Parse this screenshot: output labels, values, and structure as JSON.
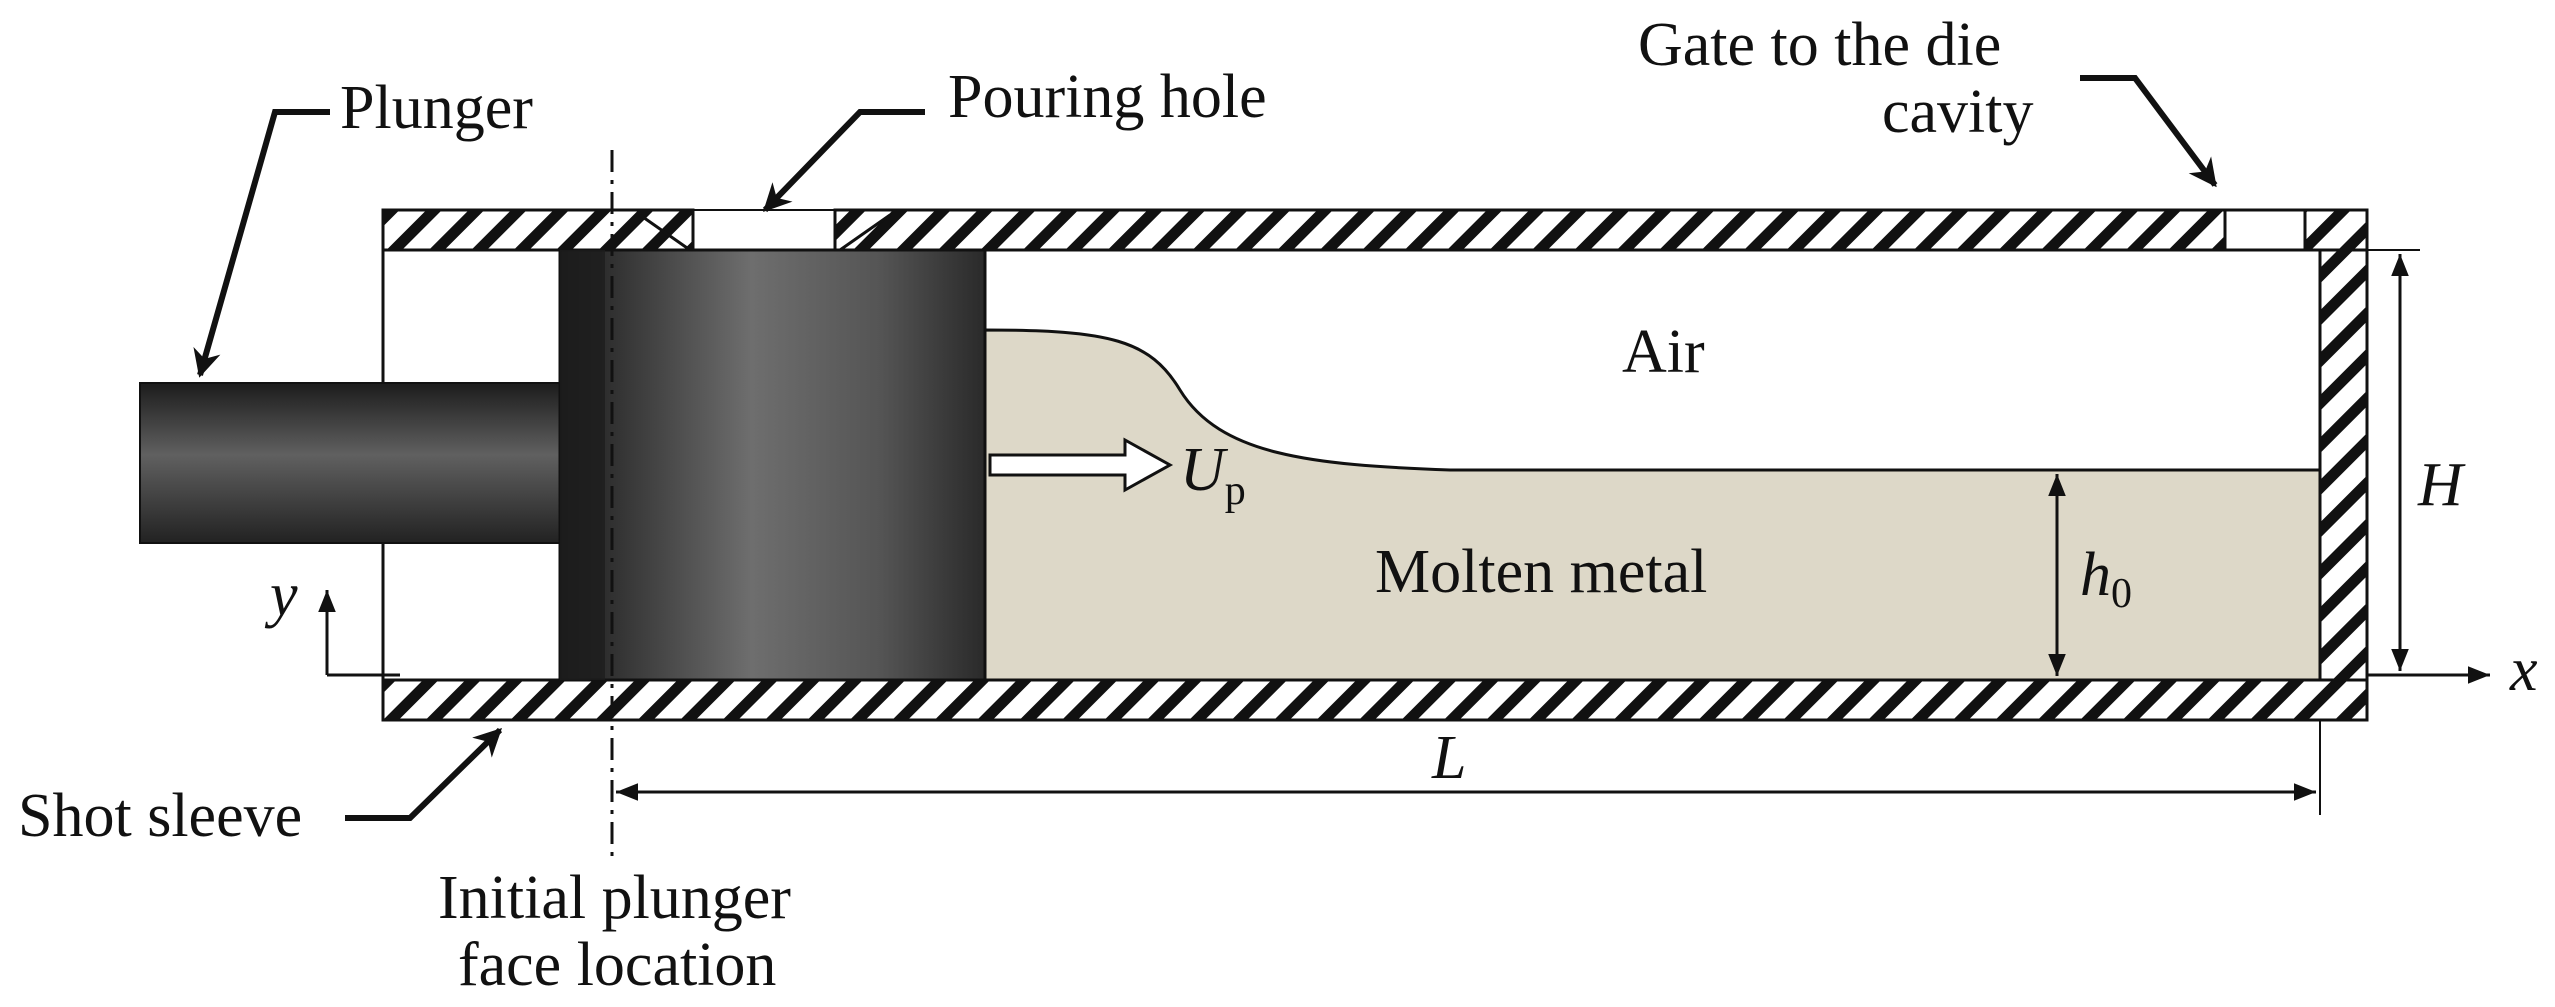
{
  "labels": {
    "plunger": "Plunger",
    "pouring_hole": "Pouring hole",
    "gate_line1": "Gate to the die",
    "gate_line2": "cavity",
    "air": "Air",
    "molten_metal": "Molten metal",
    "shot_sleeve": "Shot sleeve",
    "initial_line1": "Initial plunger",
    "initial_line2": "face location"
  },
  "symbols": {
    "velocity_main": "U",
    "velocity_sub": "p",
    "height_total": "H",
    "height_metal_main": "h",
    "height_metal_sub": "0",
    "length": "L",
    "axis_x": "x",
    "axis_y": "y"
  },
  "colors": {
    "metal_fill": "#ddd8c8",
    "wall_hatch": "#111111",
    "plunger_dark": "#1e1e1e",
    "plunger_light": "#6a6a6a"
  }
}
